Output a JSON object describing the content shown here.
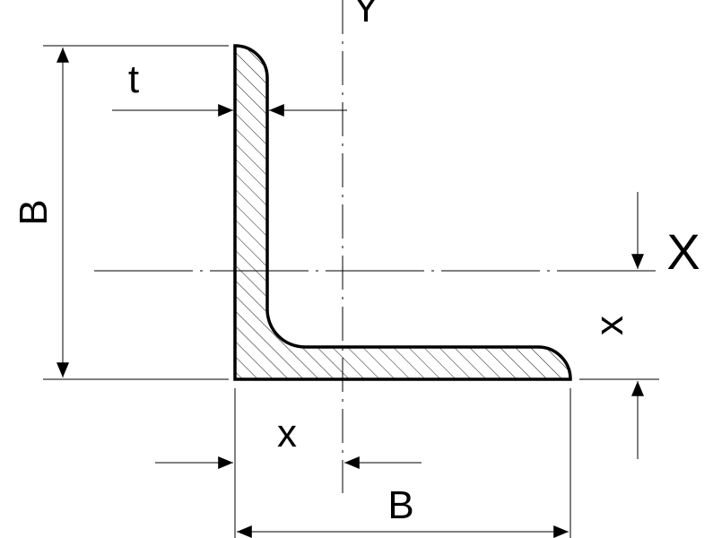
{
  "diagram": {
    "labels": {
      "axis_y": "Y",
      "axis_x": "X",
      "thickness": "t",
      "height_B": "B",
      "width_B": "B",
      "centroid_x_horizontal": "x",
      "centroid_x_vertical": "x"
    },
    "colors": {
      "line": "#000000",
      "background": "#ffffff"
    }
  }
}
